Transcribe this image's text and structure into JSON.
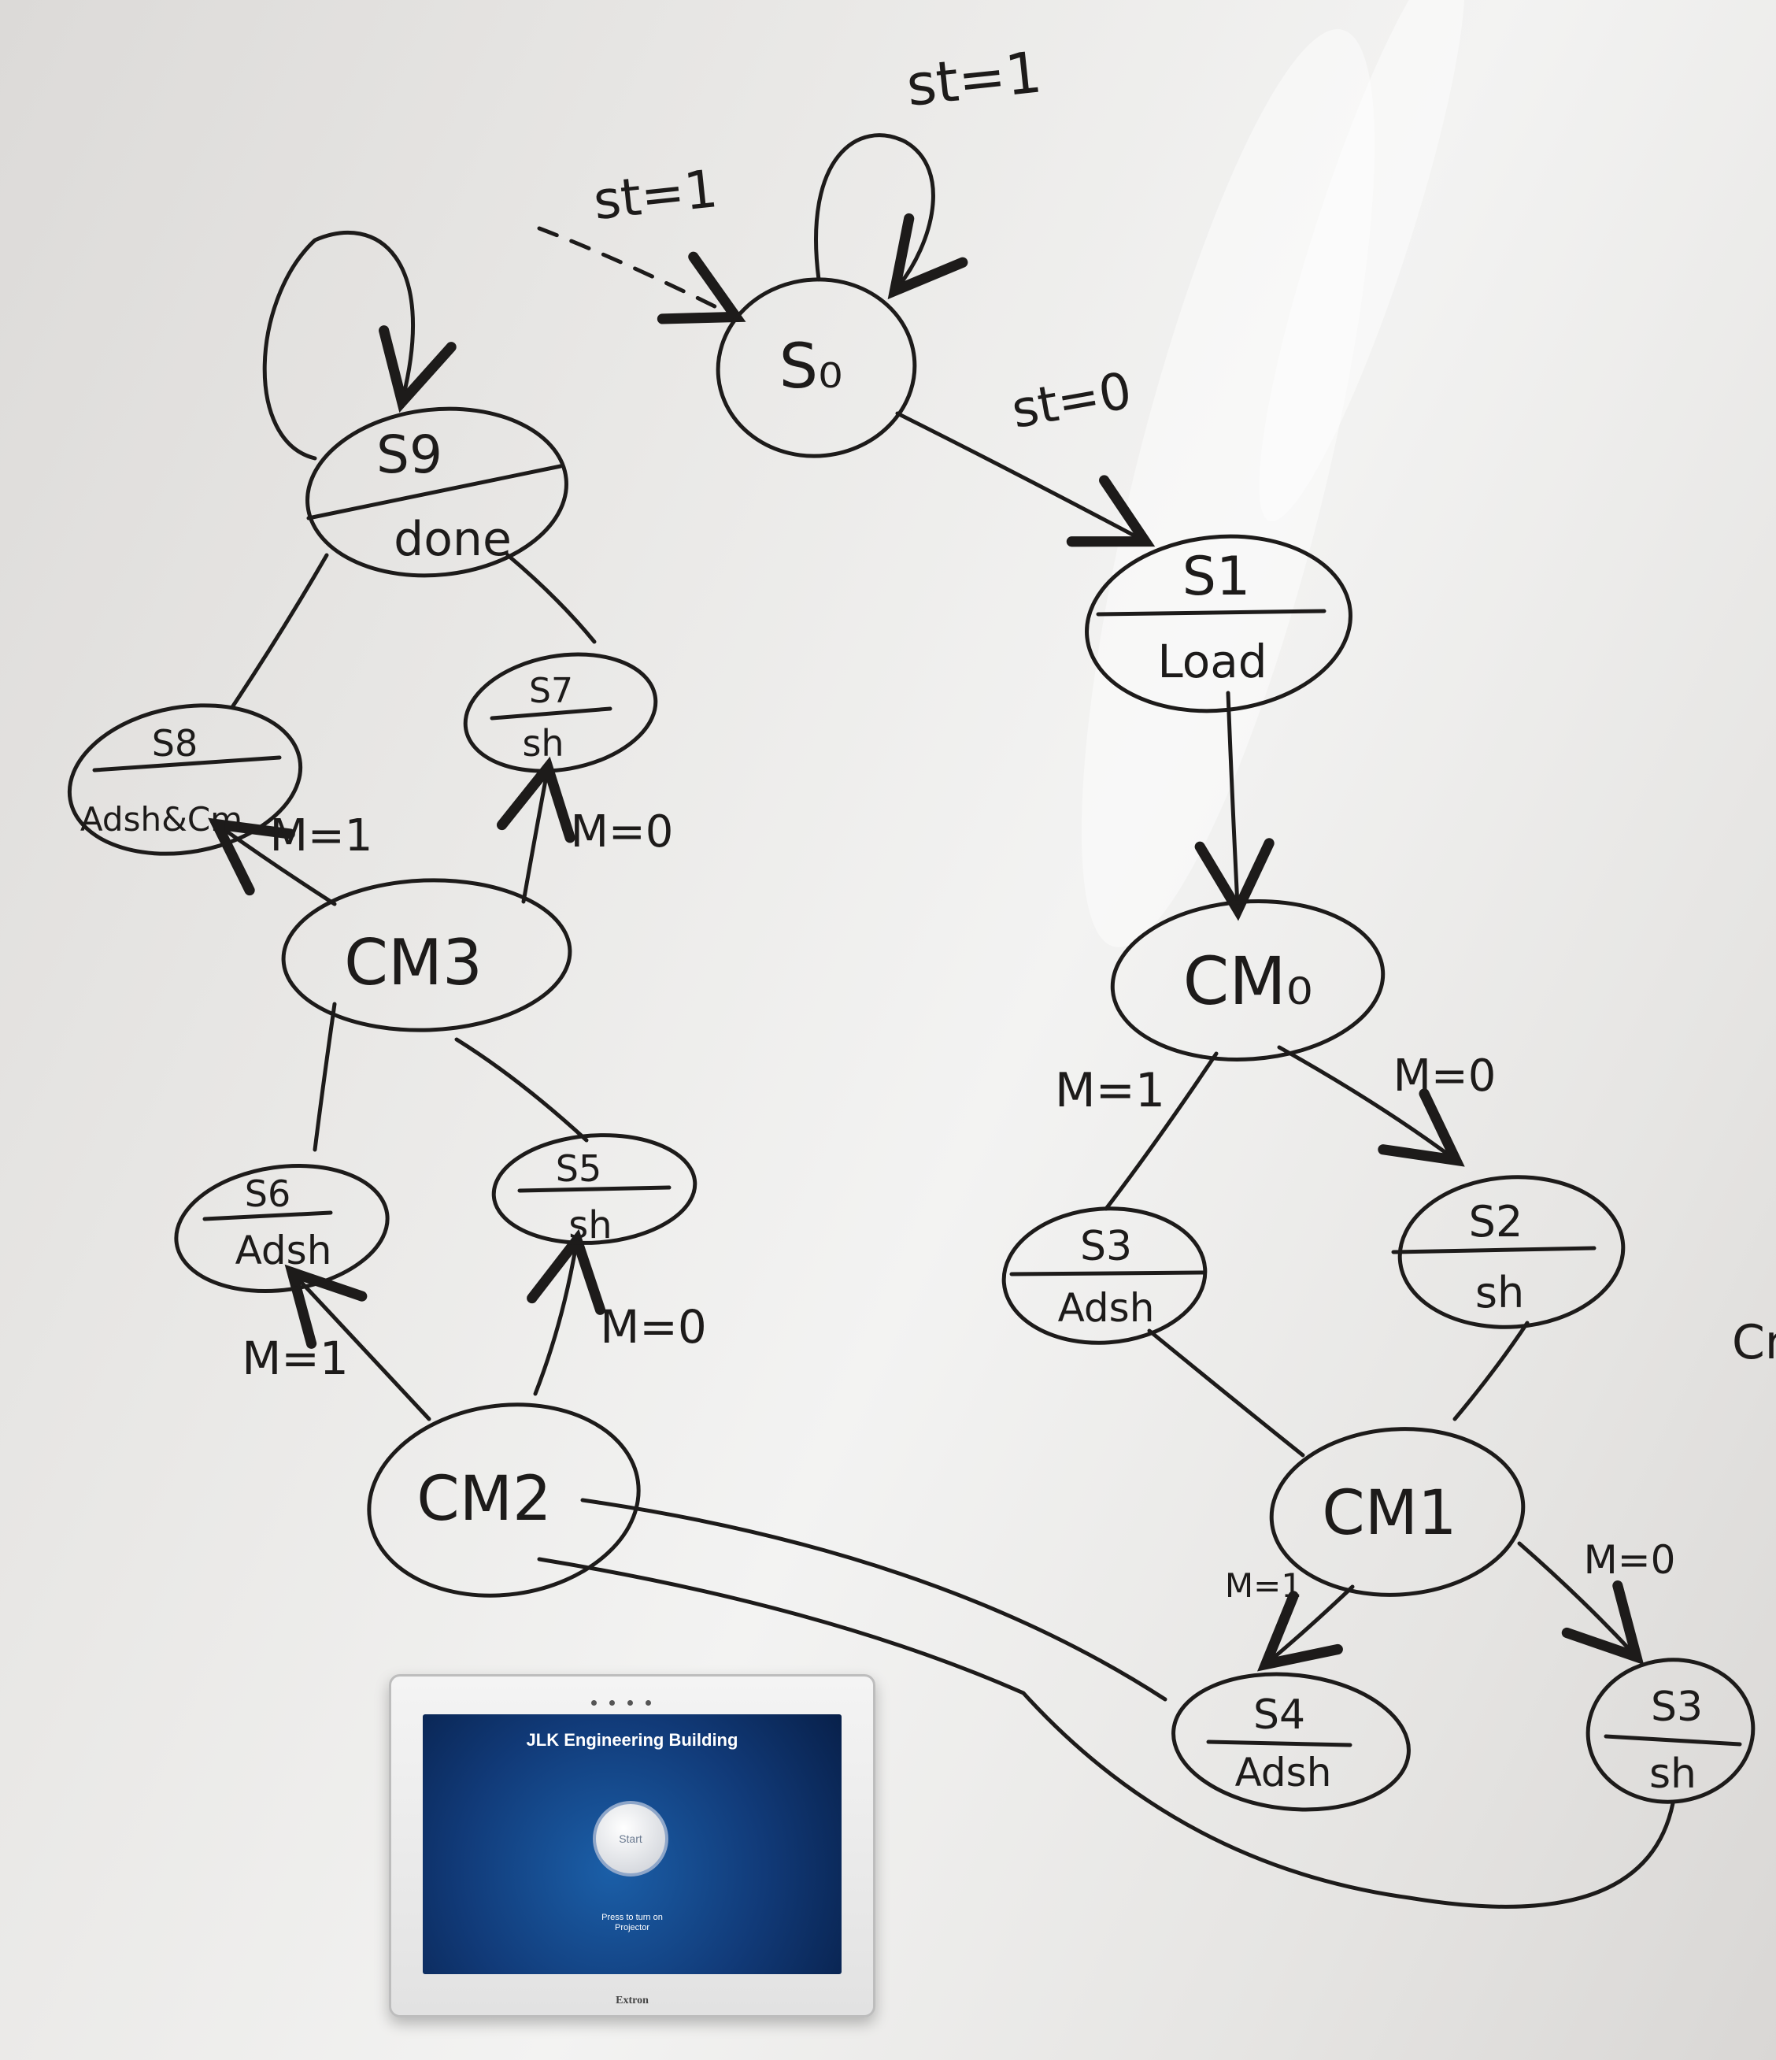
{
  "diagram": {
    "nodes": {
      "s0": {
        "top": "S₀"
      },
      "s1": {
        "top": "S1",
        "bottom": "Load"
      },
      "cm0": {
        "top": "CM₀"
      },
      "s3_right": {
        "top": "S3",
        "bottom": "Adsh"
      },
      "s2": {
        "top": "S2",
        "bottom": "sh"
      },
      "cm1": {
        "top": "CM1"
      },
      "s4": {
        "top": "S4",
        "bottom": "Adsh"
      },
      "s3_far": {
        "top": "S3",
        "bottom": "sh"
      },
      "cm2": {
        "top": "CM2"
      },
      "s6": {
        "top": "S6",
        "bottom": "Adsh"
      },
      "s5": {
        "top": "S5",
        "bottom": "sh"
      },
      "cm3": {
        "top": "CM3"
      },
      "s8": {
        "top": "S8",
        "bottom": "Adsh&Cm"
      },
      "s7": {
        "top": "S7",
        "bottom": "sh"
      },
      "s9": {
        "top": "S9",
        "bottom": "done"
      }
    },
    "edge_labels": {
      "entry": "st=1",
      "s0_loop": "st=1",
      "s0_to_s1": "st=0",
      "cm0_m1": "M=1",
      "cm0_m0": "M=0",
      "cm1_m1": "M=1",
      "cm1_m0": "M=0",
      "cm2_m1": "M=1",
      "cm2_m0": "M=0",
      "cm3_m1": "M=1",
      "cm3_m0": "M=0"
    },
    "edge_text": "Cm"
  },
  "panel": {
    "title": "JLK Engineering Building",
    "start_label": "Start",
    "hint": "Press to turn on\nProjector",
    "brand": "Extron"
  }
}
